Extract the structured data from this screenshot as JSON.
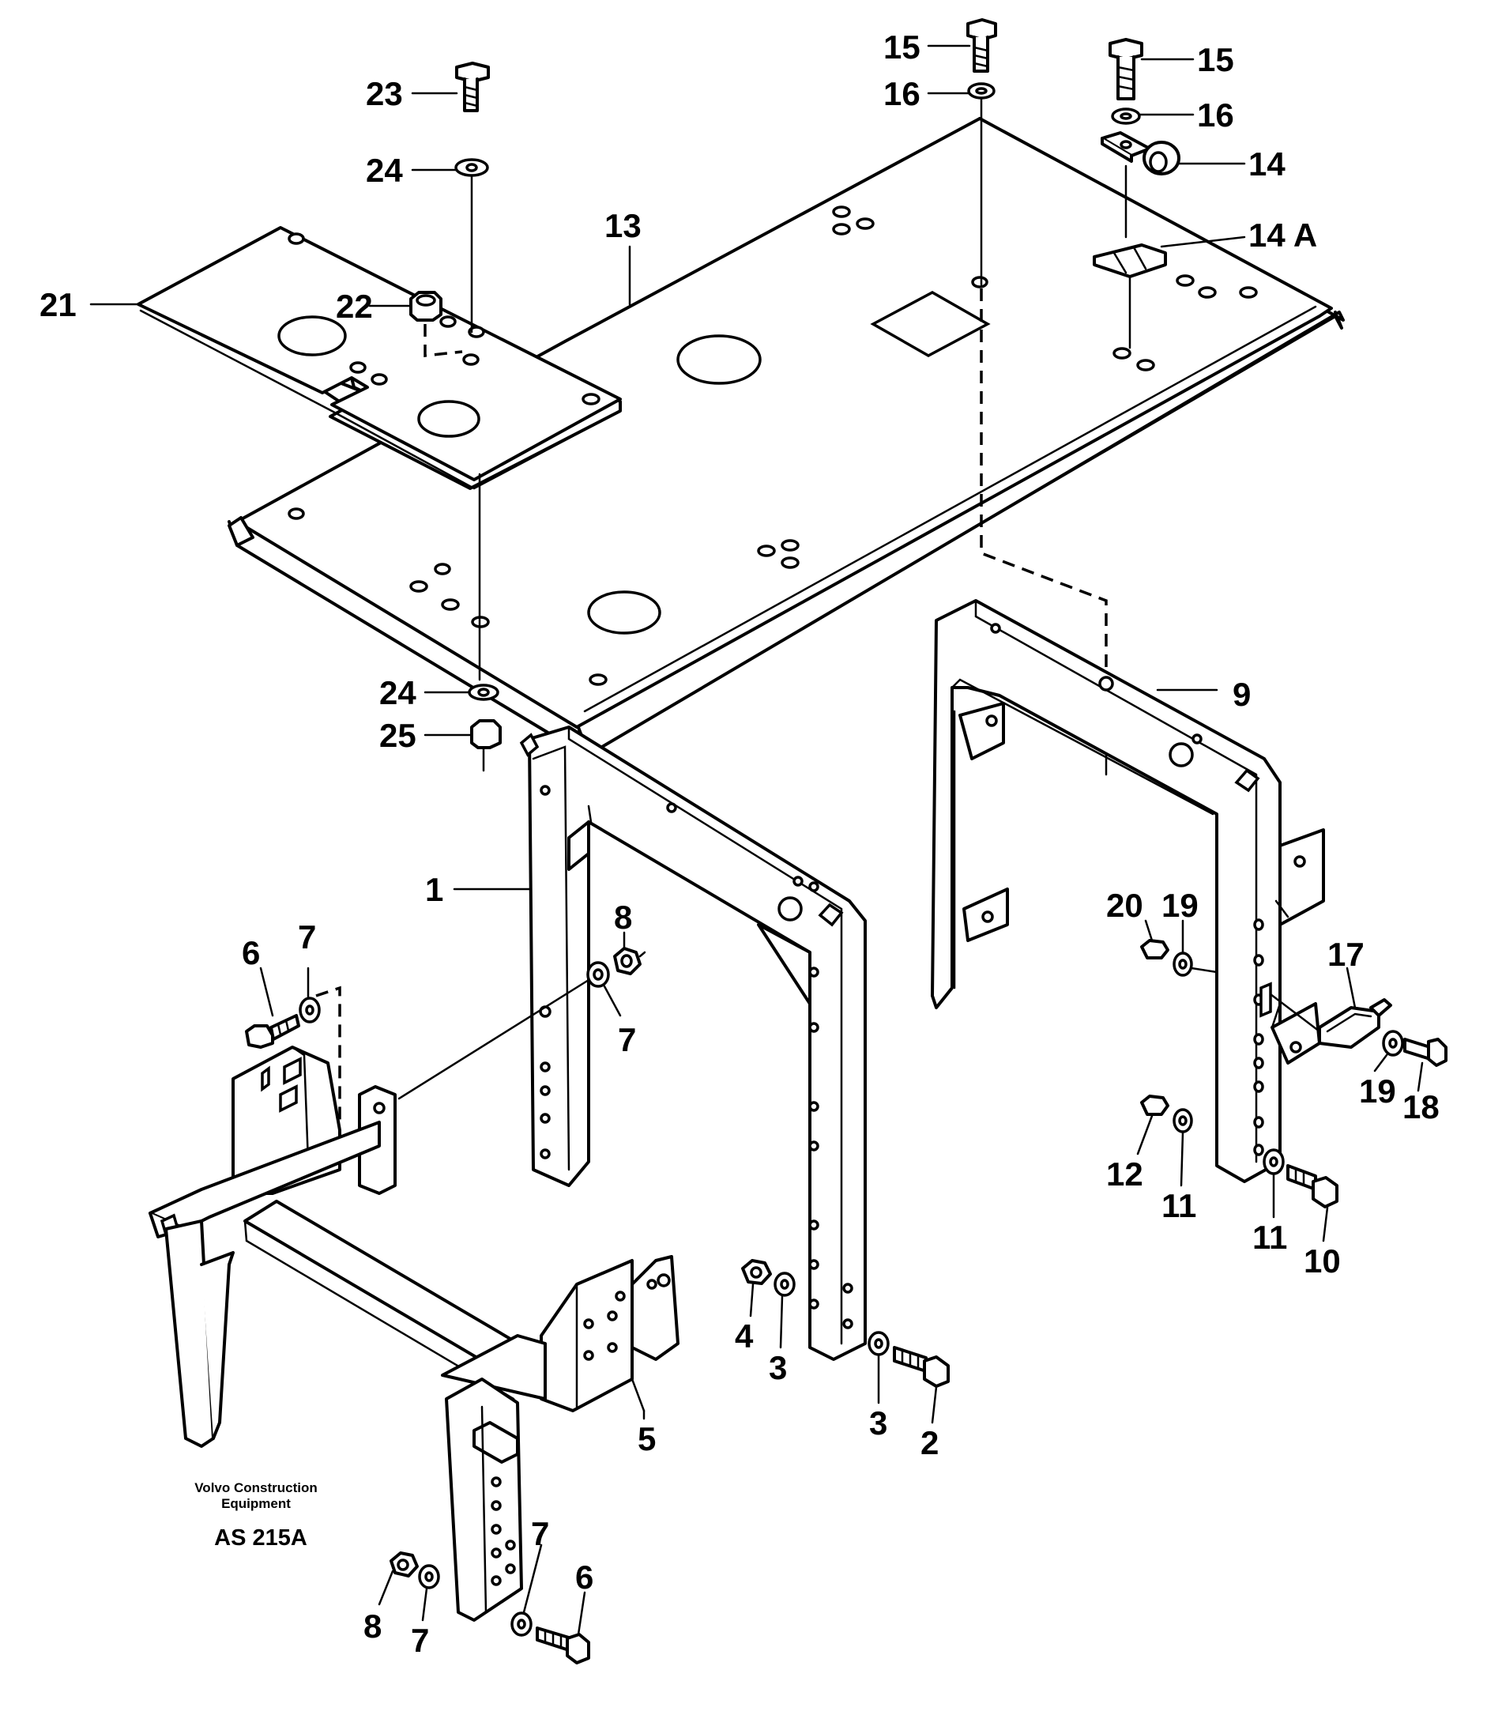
{
  "callouts": [
    {
      "id": "c23",
      "label": "23"
    },
    {
      "id": "c24a",
      "label": "24"
    },
    {
      "id": "c21",
      "label": "21"
    },
    {
      "id": "c22",
      "label": "22"
    },
    {
      "id": "c13",
      "label": "13"
    },
    {
      "id": "c15a",
      "label": "15"
    },
    {
      "id": "c16a",
      "label": "16"
    },
    {
      "id": "c15b",
      "label": "15"
    },
    {
      "id": "c16b",
      "label": "16"
    },
    {
      "id": "c14",
      "label": "14"
    },
    {
      "id": "c14a",
      "label": "14 A"
    },
    {
      "id": "c24b",
      "label": "24"
    },
    {
      "id": "c25",
      "label": "25"
    },
    {
      "id": "c9",
      "label": "9"
    },
    {
      "id": "c1",
      "label": "1"
    },
    {
      "id": "c8a",
      "label": "8"
    },
    {
      "id": "c7a",
      "label": "7"
    },
    {
      "id": "c6a",
      "label": "6"
    },
    {
      "id": "c7b",
      "label": "7"
    },
    {
      "id": "c20",
      "label": "20"
    },
    {
      "id": "c19a",
      "label": "19"
    },
    {
      "id": "c17",
      "label": "17"
    },
    {
      "id": "c19b",
      "label": "19"
    },
    {
      "id": "c18",
      "label": "18"
    },
    {
      "id": "c12",
      "label": "12"
    },
    {
      "id": "c11a",
      "label": "11"
    },
    {
      "id": "c11b",
      "label": "11"
    },
    {
      "id": "c10",
      "label": "10"
    },
    {
      "id": "c4",
      "label": "4"
    },
    {
      "id": "c3a",
      "label": "3"
    },
    {
      "id": "c3b",
      "label": "3"
    },
    {
      "id": "c2",
      "label": "2"
    },
    {
      "id": "c5",
      "label": "5"
    },
    {
      "id": "c8b",
      "label": "8"
    },
    {
      "id": "c7c",
      "label": "7"
    },
    {
      "id": "c7d",
      "label": "7"
    },
    {
      "id": "c6b",
      "label": "6"
    }
  ],
  "footer": {
    "brand_line1": "Volvo Construction",
    "brand_line2": "Equipment",
    "drawing_code": "AS 215A"
  }
}
